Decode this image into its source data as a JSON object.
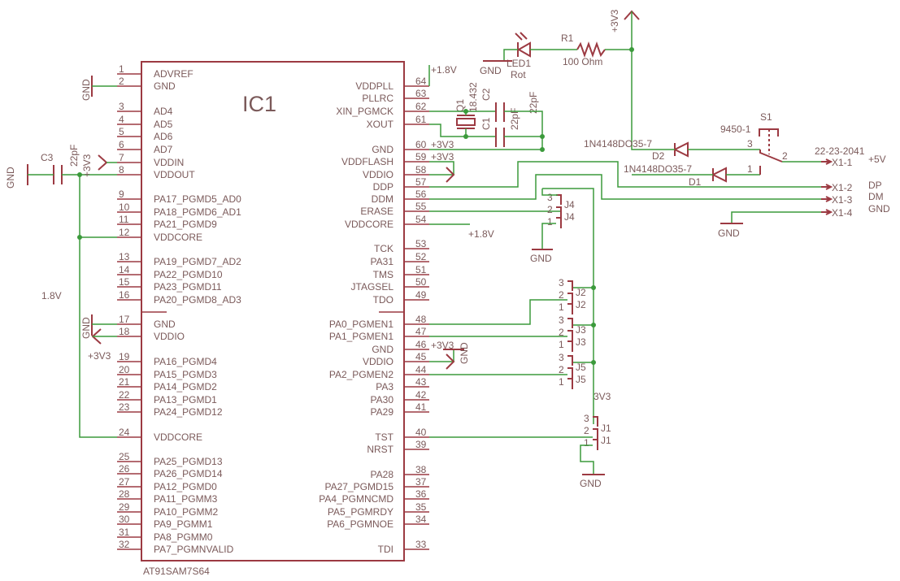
{
  "ic": {
    "name": "IC1",
    "value": "AT91SAM7S64",
    "left_pins": [
      {
        "num": "1",
        "name": "ADVREF"
      },
      {
        "num": "2",
        "name": "GND"
      },
      {
        "num": "3",
        "name": "AD4"
      },
      {
        "num": "4",
        "name": "AD5"
      },
      {
        "num": "5",
        "name": "AD6"
      },
      {
        "num": "6",
        "name": "AD7"
      },
      {
        "num": "7",
        "name": "VDDIN"
      },
      {
        "num": "8",
        "name": "VDDOUT"
      },
      {
        "num": "9",
        "name": "PA17_PGMD5_AD0"
      },
      {
        "num": "10",
        "name": "PA18_PGMD6_AD1"
      },
      {
        "num": "11",
        "name": "PA21_PGMD9"
      },
      {
        "num": "12",
        "name": "VDDCORE"
      },
      {
        "num": "13",
        "name": "PA19_PGMD7_AD2"
      },
      {
        "num": "14",
        "name": "PA22_PGMD10"
      },
      {
        "num": "15",
        "name": "PA23_PGMD11"
      },
      {
        "num": "16",
        "name": "PA20_PGMD8_AD3"
      },
      {
        "num": "17",
        "name": "GND"
      },
      {
        "num": "18",
        "name": "VDDIO"
      },
      {
        "num": "19",
        "name": "PA16_PGMD4"
      },
      {
        "num": "20",
        "name": "PA15_PGMD3"
      },
      {
        "num": "21",
        "name": "PA14_PGMD2"
      },
      {
        "num": "22",
        "name": "PA13_PGMD1"
      },
      {
        "num": "23",
        "name": "PA24_PGMD12"
      },
      {
        "num": "24",
        "name": "VDDCORE"
      },
      {
        "num": "25",
        "name": "PA25_PGMD13"
      },
      {
        "num": "26",
        "name": "PA26_PGMD14"
      },
      {
        "num": "27",
        "name": "PA12_PGMD0"
      },
      {
        "num": "28",
        "name": "PA11_PGMM3"
      },
      {
        "num": "29",
        "name": "PA10_PGMM2"
      },
      {
        "num": "30",
        "name": "PA9_PGMM1"
      },
      {
        "num": "31",
        "name": "PA8_PGMM0"
      },
      {
        "num": "32",
        "name": "PA7_PGMNVALID"
      }
    ],
    "right_pins": [
      {
        "num": "64",
        "name": "VDDPLL"
      },
      {
        "num": "63",
        "name": "PLLRC"
      },
      {
        "num": "62",
        "name": "XIN_PGMCK"
      },
      {
        "num": "61",
        "name": "XOUT"
      },
      {
        "num": "60",
        "name": "GND"
      },
      {
        "num": "59",
        "name": "VDDFLASH"
      },
      {
        "num": "58",
        "name": "VDDIO"
      },
      {
        "num": "57",
        "name": "DDP"
      },
      {
        "num": "56",
        "name": "DDM"
      },
      {
        "num": "55",
        "name": "ERASE"
      },
      {
        "num": "54",
        "name": "VDDCORE"
      },
      {
        "num": "53",
        "name": "TCK"
      },
      {
        "num": "52",
        "name": "PA31"
      },
      {
        "num": "51",
        "name": "TMS"
      },
      {
        "num": "50",
        "name": "JTAGSEL"
      },
      {
        "num": "49",
        "name": "TDO"
      },
      {
        "num": "48",
        "name": "PA0_PGMEN1"
      },
      {
        "num": "47",
        "name": "PA1_PGMEN1"
      },
      {
        "num": "46",
        "name": "GND"
      },
      {
        "num": "45",
        "name": "VDDIO"
      },
      {
        "num": "44",
        "name": "PA2_PGMEN2"
      },
      {
        "num": "43",
        "name": "PA3"
      },
      {
        "num": "42",
        "name": "PA30"
      },
      {
        "num": "41",
        "name": "PA29"
      },
      {
        "num": "40",
        "name": "TST"
      },
      {
        "num": "39",
        "name": "NRST"
      },
      {
        "num": "38",
        "name": "PA28"
      },
      {
        "num": "37",
        "name": "PA27_PGMD15"
      },
      {
        "num": "36",
        "name": "PA4_PGMNCMD"
      },
      {
        "num": "35",
        "name": "PA5_PGMRDY"
      },
      {
        "num": "34",
        "name": "PA6_PGMNOE"
      },
      {
        "num": "33",
        "name": "TDI"
      }
    ]
  },
  "labels": {
    "gnd": "GND",
    "v33": "+3V3",
    "v18": "+1.8V",
    "v18_plain": "1.8V",
    "v33_plain": "3V3",
    "v5": "+5V",
    "c3_name": "C3",
    "c3_value": "22pF",
    "q1_name": "Q1",
    "q1_value": "18.432",
    "c1_name": "C1",
    "c2_name": "C2",
    "c1_value": "22pF",
    "c2_value": "22pF",
    "led_name": "LED1",
    "led_value": "Rot",
    "r1_name": "R1",
    "r1_value": "100 Ohm",
    "d1_name": "D1",
    "d2_name": "D2",
    "diode_value": "1N4148DO35-7",
    "s1_name": "S1",
    "s1_value": "9450-1",
    "conn_value": "22-23-2041",
    "x1": [
      "X1-1",
      "X1-2",
      "X1-3",
      "X1-4"
    ],
    "x1_signals": [
      "+5V",
      "DP",
      "DM",
      "GND"
    ],
    "jumpers": [
      "J1",
      "J2",
      "J3",
      "J4",
      "J5"
    ],
    "pin1": "1",
    "pin2": "2",
    "pin3": "3"
  },
  "colors": {
    "symbol": "#9c3a42",
    "wire": "#3b9a3b",
    "text": "#7b5a5a"
  }
}
